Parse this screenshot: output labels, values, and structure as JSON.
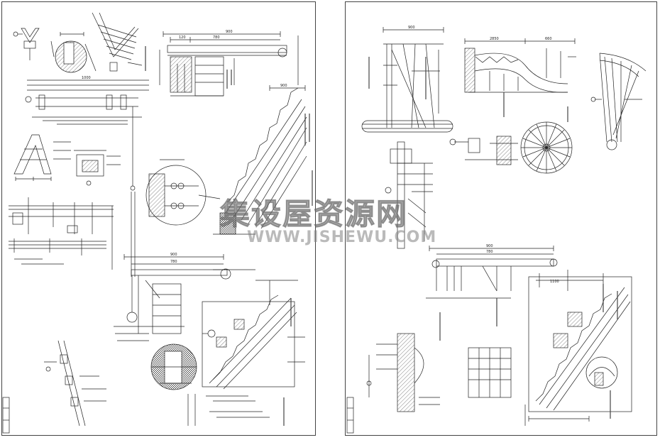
{
  "sheets": [
    {
      "id": "left",
      "dimensions": [
        "900",
        "780",
        "120",
        "1000",
        "900",
        "780",
        "900"
      ]
    },
    {
      "id": "right",
      "dimensions": [
        "900",
        "2850",
        "660",
        "900",
        "780",
        "1100"
      ]
    }
  ],
  "watermark": {
    "brand": "集设屋资源网",
    "url": "WWW.JISHEWU.COM"
  },
  "colors": {
    "line": "#222222",
    "paper": "#ffffff",
    "watermark": "#8a8a8a"
  }
}
